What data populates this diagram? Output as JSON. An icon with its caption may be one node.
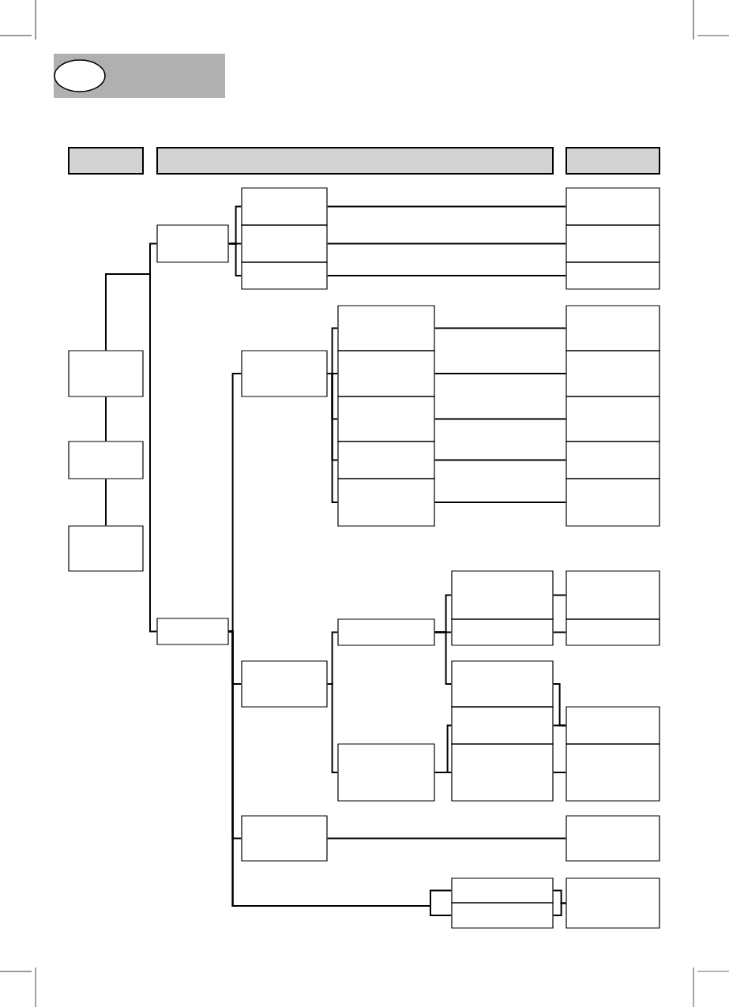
{
  "diagram": {
    "nodes": [
      {
        "text": [],
        "shape": "box"
      },
      {
        "text": [],
        "shape": "box"
      },
      {
        "text": [],
        "shape": "box"
      },
      {
        "text": [],
        "shape": "box"
      },
      {
        "text": [],
        "shape": "box"
      },
      {
        "text": [],
        "shape": "box"
      },
      {
        "text": [],
        "shape": "box"
      },
      {
        "text": [],
        "shape": "box"
      },
      {
        "text": [],
        "shape": "box"
      },
      {
        "text": [],
        "shape": "box"
      },
      {
        "text": [],
        "shape": "box"
      },
      {
        "text": [],
        "shape": "box"
      },
      {
        "text": [],
        "shape": "box"
      },
      {
        "text": [],
        "shape": "box"
      },
      {
        "text": [],
        "shape": "box"
      },
      {
        "text": [],
        "shape": "box"
      },
      {
        "text": [],
        "shape": "box"
      },
      {
        "text": [],
        "shape": "box"
      },
      {
        "text": [],
        "shape": "box"
      },
      {
        "text": [],
        "shape": "box"
      },
      {
        "text": [],
        "shape": "box"
      },
      {
        "text": [],
        "shape": "box"
      },
      {
        "text": [],
        "shape": "box"
      },
      {
        "text": [],
        "shape": "box"
      },
      {
        "text": [],
        "shape": "box"
      },
      {
        "text": [],
        "shape": "box"
      },
      {
        "text": [],
        "shape": "box"
      },
      {
        "text": [],
        "shape": "box"
      },
      {
        "text": [],
        "shape": "box"
      },
      {
        "text": [],
        "shape": "box"
      },
      {
        "text": [],
        "shape": "box"
      },
      {
        "text": [],
        "shape": "box"
      },
      {
        "text": [],
        "shape": "box"
      },
      {
        "text": [],
        "shape": "box"
      },
      {
        "text": [],
        "shape": "box"
      },
      {
        "text": [],
        "shape": "box"
      },
      {
        "text": [],
        "shape": "box"
      },
      {
        "text": [],
        "shape": "box"
      },
      {
        "text": [],
        "shape": "box"
      },
      {
        "text": [],
        "shape": "box"
      },
      {
        "text": [],
        "shape": "box"
      },
      {
        "text": [],
        "shape": "box"
      }
    ],
    "edges": [
      {
        "from": 12,
        "to": 18,
        "arrow": "none"
      },
      {
        "from": 18,
        "to": 23,
        "arrow": "none"
      },
      {
        "from": 12,
        "to": 5,
        "arrow": "none"
      },
      {
        "from": 12,
        "to": 26,
        "arrow": "none"
      },
      {
        "from": 5,
        "to": 3,
        "arrow": "none"
      },
      {
        "from": 5,
        "to": 6,
        "arrow": "none"
      },
      {
        "from": 5,
        "to": 8,
        "arrow": "none"
      },
      {
        "from": 3,
        "to": 4,
        "arrow": "none"
      },
      {
        "from": 6,
        "to": 7,
        "arrow": "none"
      },
      {
        "from": 8,
        "to": 9,
        "arrow": "none"
      },
      {
        "from": 26,
        "to": 13,
        "arrow": "none"
      },
      {
        "from": 26,
        "to": 30,
        "arrow": "none"
      },
      {
        "from": 26,
        "to": 37,
        "arrow": "none"
      },
      {
        "from": 26,
        "to": 39,
        "arrow": "none"
      },
      {
        "from": 26,
        "to": 41,
        "arrow": "none"
      },
      {
        "from": 13,
        "to": 10,
        "arrow": "none"
      },
      {
        "from": 13,
        "to": 14,
        "arrow": "none"
      },
      {
        "from": 13,
        "to": 16,
        "arrow": "none"
      },
      {
        "from": 13,
        "to": 19,
        "arrow": "none"
      },
      {
        "from": 13,
        "to": 21,
        "arrow": "none"
      },
      {
        "from": 10,
        "to": 11,
        "arrow": "none"
      },
      {
        "from": 14,
        "to": 15,
        "arrow": "none"
      },
      {
        "from": 16,
        "to": 17,
        "arrow": "none"
      },
      {
        "from": 19,
        "to": 20,
        "arrow": "none"
      },
      {
        "from": 21,
        "to": 22,
        "arrow": "none"
      },
      {
        "from": 30,
        "to": 27,
        "arrow": "none"
      },
      {
        "from": 30,
        "to": 34,
        "arrow": "none"
      },
      {
        "from": 27,
        "to": 24,
        "arrow": "none"
      },
      {
        "from": 27,
        "to": 28,
        "arrow": "none"
      },
      {
        "from": 27,
        "to": 31,
        "arrow": "none"
      },
      {
        "from": 34,
        "to": 32,
        "arrow": "none"
      },
      {
        "from": 34,
        "to": 35,
        "arrow": "none"
      },
      {
        "from": 24,
        "to": 25,
        "arrow": "none"
      },
      {
        "from": 28,
        "to": 29,
        "arrow": "none"
      },
      {
        "from": 31,
        "to": 33,
        "arrow": "none"
      },
      {
        "from": 32,
        "to": 33,
        "arrow": "none"
      },
      {
        "from": 35,
        "to": 36,
        "arrow": "none"
      },
      {
        "from": 37,
        "to": 38,
        "arrow": "none"
      },
      {
        "from": 39,
        "to": 40,
        "arrow": "none"
      },
      {
        "from": 41,
        "to": 40,
        "arrow": "none"
      }
    ]
  }
}
